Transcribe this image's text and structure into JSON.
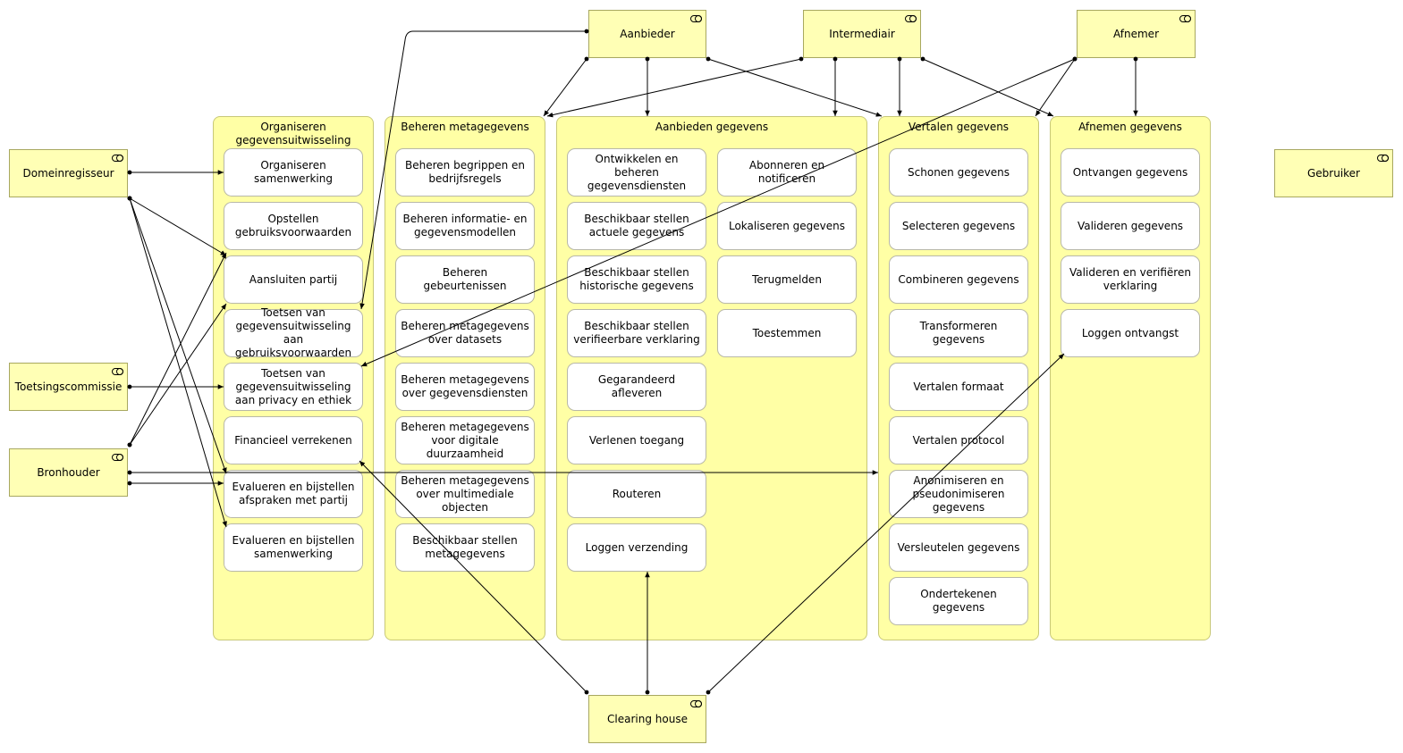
{
  "actors": {
    "aanbieder": "Aanbieder",
    "intermediair": "Intermediair",
    "afnemer": "Afnemer",
    "domeinregisseur": "Domeinregisseur",
    "toetsingscommissie": "Toetsingscommissie",
    "bronhouder": "Bronhouder",
    "gebruiker": "Gebruiker",
    "clearinghouse": "Clearing house"
  },
  "groups": {
    "organiseren": {
      "title": "Organiseren gegevensuitwisseling",
      "items": [
        "Organiseren samenwerking",
        "Opstellen gebruiksvoorwaarden",
        "Aansluiten partij",
        "Toetsen van gegevensuitwisseling aan gebruiksvoorwaarden",
        "Toetsen van gegevensuitwisseling aan privacy en ethiek",
        "Financieel verrekenen",
        "Evalueren en bijstellen afspraken met partij",
        "Evalueren en bijstellen samenwerking"
      ]
    },
    "beheren": {
      "title": "Beheren metagegevens",
      "items": [
        "Beheren begrippen en bedrijfsregels",
        "Beheren informatie- en gegevensmodellen",
        "Beheren gebeurtenissen",
        "Beheren metagegevens over datasets",
        "Beheren metagegevens over gegevensdiensten",
        "Beheren metagegevens voor digitale duurzaamheid",
        "Beheren metagegevens over multimediale objecten",
        "Beschikbaar stellen metagegevens"
      ]
    },
    "aanbieden": {
      "title": "Aanbieden gegevens",
      "items_left": [
        "Ontwikkelen en beheren gegevensdiensten",
        "Beschikbaar stellen actuele gegevens",
        "Beschikbaar stellen historische gegevens",
        "Beschikbaar stellen verifieerbare verklaring",
        "Gegarandeerd afleveren",
        "Verlenen toegang",
        "Routeren",
        "Loggen verzending"
      ],
      "items_right": [
        "Abonneren en notificeren",
        "Lokaliseren gegevens",
        "Terugmelden",
        "Toestemmen"
      ]
    },
    "vertalen": {
      "title": "Vertalen gegevens",
      "items": [
        "Schonen gegevens",
        "Selecteren gegevens",
        "Combineren gegevens",
        "Transformeren gegevens",
        "Vertalen formaat",
        "Vertalen protocol",
        "Anonimiseren en pseudonimiseren gegevens",
        "Versleutelen gegevens",
        "Ondertekenen gegevens"
      ]
    },
    "afnemen": {
      "title": "Afnemen gegevens",
      "items": [
        "Ontvangen gegevens",
        "Valideren gegevens",
        "Valideren en verifiëren verklaring",
        "Loggen ontvangst"
      ]
    }
  },
  "colors": {
    "element_fill": "#ffffb5",
    "group_fill": "#ffffa5",
    "function_fill": "#ffffff",
    "line": "#000000"
  }
}
